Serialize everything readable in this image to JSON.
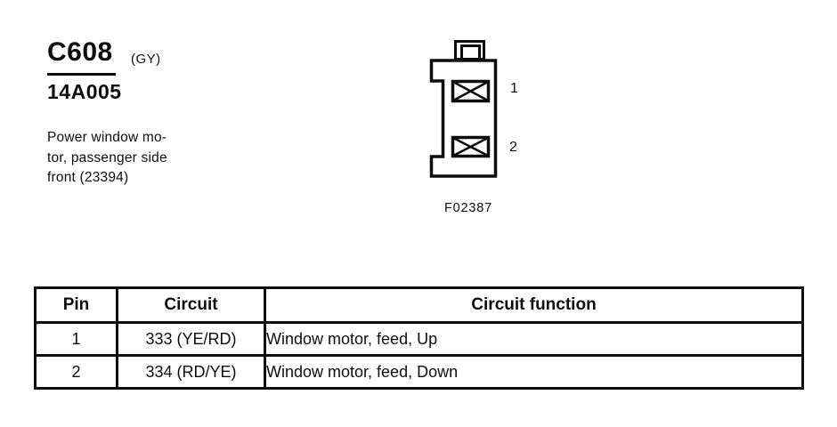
{
  "page": {
    "background": "#ffffff",
    "ink_color": "#0d0d0d"
  },
  "header": {
    "connector_id": "C608",
    "color_code": "(GY)",
    "part_number": "14A005",
    "description_lines": [
      "Power window mo-",
      "tor, passenger side",
      "front (23394)"
    ]
  },
  "diagram": {
    "figure_id": "F02387",
    "pin_labels": [
      "1",
      "2"
    ]
  },
  "table": {
    "headers": [
      "Pin",
      "Circuit",
      "Circuit function"
    ],
    "rows": [
      {
        "pin": "1",
        "circuit": "333 (YE/RD)",
        "function": "Window motor, feed, Up"
      },
      {
        "pin": "2",
        "circuit": "334 (RD/YE)",
        "function": "Window motor, feed, Down"
      }
    ]
  }
}
